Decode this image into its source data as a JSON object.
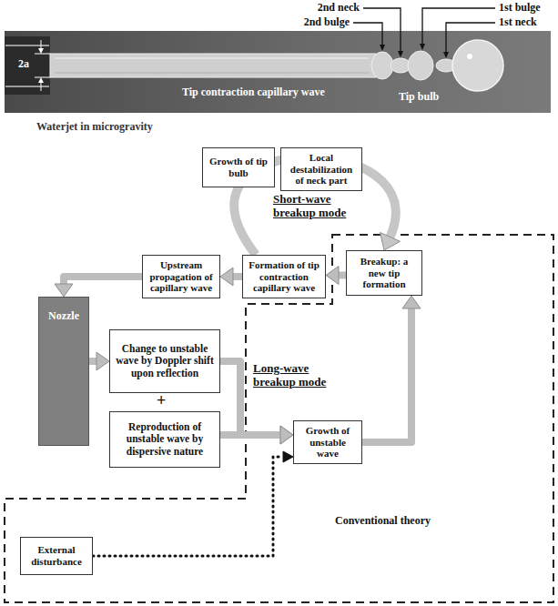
{
  "diagram": {
    "nodes": [
      {
        "text": [
          "Growth of tip bulb"
        ]
      },
      {
        "text": [
          "Local destabilization of neck part"
        ]
      },
      {
        "text": [
          "Nozzle"
        ]
      },
      {
        "text": [
          "Upstream propagation of capillary wave"
        ]
      },
      {
        "text": [
          "Formation of tip contraction capillary wave"
        ]
      },
      {
        "text": [
          "Breakup: a new tip formation"
        ]
      },
      {
        "text": [
          "Change to unstable wave by Doppler shift upon reflection"
        ]
      },
      {
        "text": [
          "Reproduction of unstable wave by dispersive nature"
        ]
      },
      {
        "text": [
          "Growth of unstable wave"
        ]
      },
      {
        "text": [
          "External disturbance"
        ]
      }
    ],
    "edges": [
      {
        "from": 5,
        "to": 4,
        "arrow": "to"
      },
      {
        "from": 4,
        "to": 3,
        "arrow": "to"
      },
      {
        "from": 3,
        "to": 2,
        "arrow": "to"
      },
      {
        "from": 2,
        "to": 6,
        "arrow": "to"
      },
      {
        "from": 6,
        "to": 8,
        "arrow": "to"
      },
      {
        "from": 7,
        "to": 8,
        "arrow": "to"
      },
      {
        "from": 8,
        "to": 5,
        "arrow": "to"
      },
      {
        "from": 9,
        "to": 8,
        "arrow": "to"
      },
      {
        "from": 4,
        "to": 5,
        "arrow": "to"
      }
    ],
    "labels": [
      "2nd neck",
      "2nd bulge",
      "1st bulge",
      "1st neck",
      "2a",
      "Tip contraction capillary wave",
      "Tip bulb",
      "Waterjet in microgravity",
      "Short-wave breakup mode",
      "+",
      "Long-wave breakup mode",
      "Conventional theory"
    ]
  }
}
